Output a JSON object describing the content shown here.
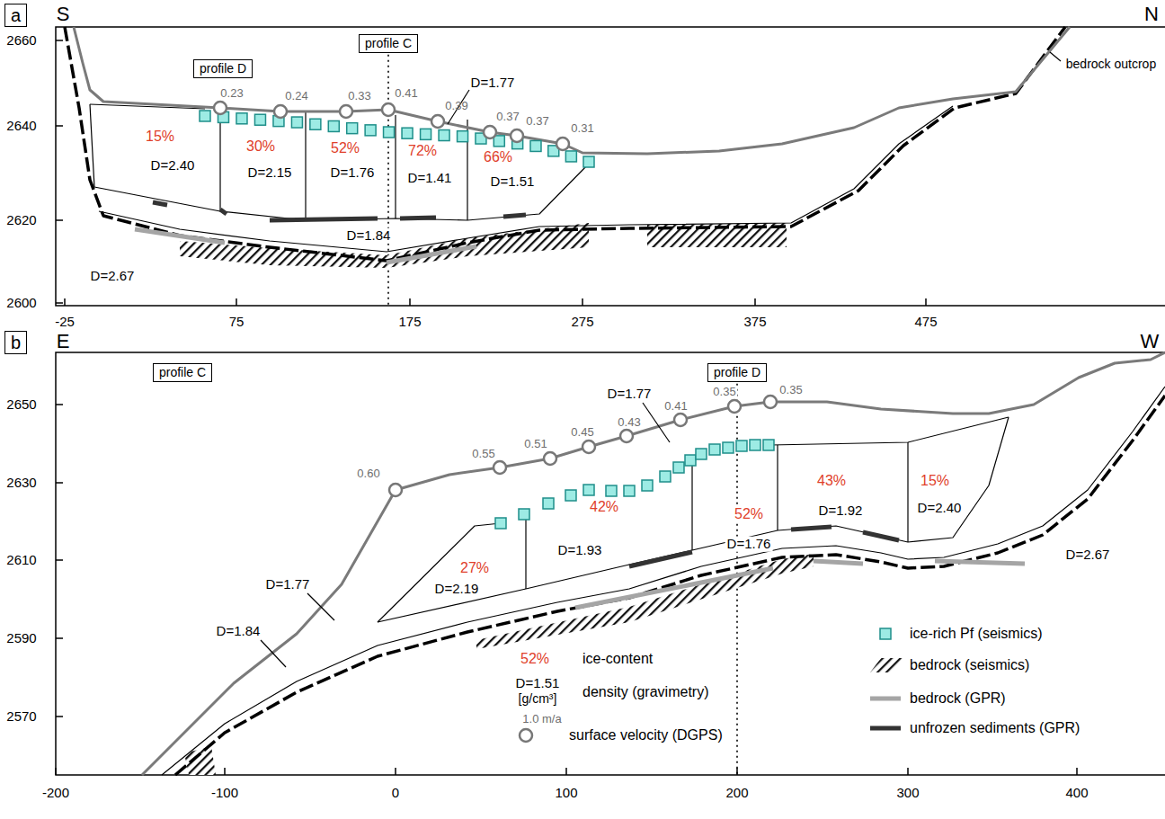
{
  "diagram": {
    "nodes": [
      {
        "text": [
          "a"
        ]
      },
      {
        "text": [
          "profile D"
        ]
      },
      {
        "text": [
          "profile C"
        ]
      },
      {
        "text": [
          "b"
        ]
      },
      {
        "text": [
          "profile C"
        ]
      },
      {
        "text": [
          "profile D"
        ]
      }
    ],
    "labels": [
      "S",
      "N",
      "2660",
      "2640",
      "2620",
      "2600",
      "-25",
      "75",
      "175",
      "275",
      "375",
      "475",
      "0.23",
      "0.24",
      "0.33",
      "0.41",
      "0.39",
      "0.37",
      "0.37",
      "0.31",
      "D=1.77",
      "15%",
      "D=2.40",
      "30%",
      "D=2.15",
      "52%",
      "D=1.76",
      "72%",
      "D=1.41",
      "66%",
      "D=1.51",
      "D=1.84",
      "D=2.67",
      "bedrock outcrop",
      "E",
      "W",
      "2650",
      "2630",
      "2610",
      "2590",
      "2570",
      "-200",
      "-100",
      "0",
      "100",
      "200",
      "300",
      "400",
      "0.60",
      "0.55",
      "0.51",
      "0.45",
      "0.43",
      "0.41",
      "0.35",
      "0.35",
      "D=1.77",
      "D=1.77",
      "D=1.84",
      "27%",
      "D=2.19",
      "42%",
      "D=1.93",
      "52%",
      "D=1.76",
      "43%",
      "D=1.92",
      "15%",
      "D=2.40",
      "D=2.67",
      "52%",
      "D=1.51",
      "[g/cm³]",
      "1.0 m/a"
    ],
    "legend": [
      {
        "text": "ice-rich Pf (seismics)"
      },
      {
        "text": "bedrock (seismics)"
      },
      {
        "text": "bedrock (GPR)"
      },
      {
        "text": "unfrozen sediments (GPR)"
      },
      {
        "text": "ice-content"
      },
      {
        "text": "density (gravimetry)"
      },
      {
        "text": "surface velocity (DGPS)"
      }
    ]
  }
}
